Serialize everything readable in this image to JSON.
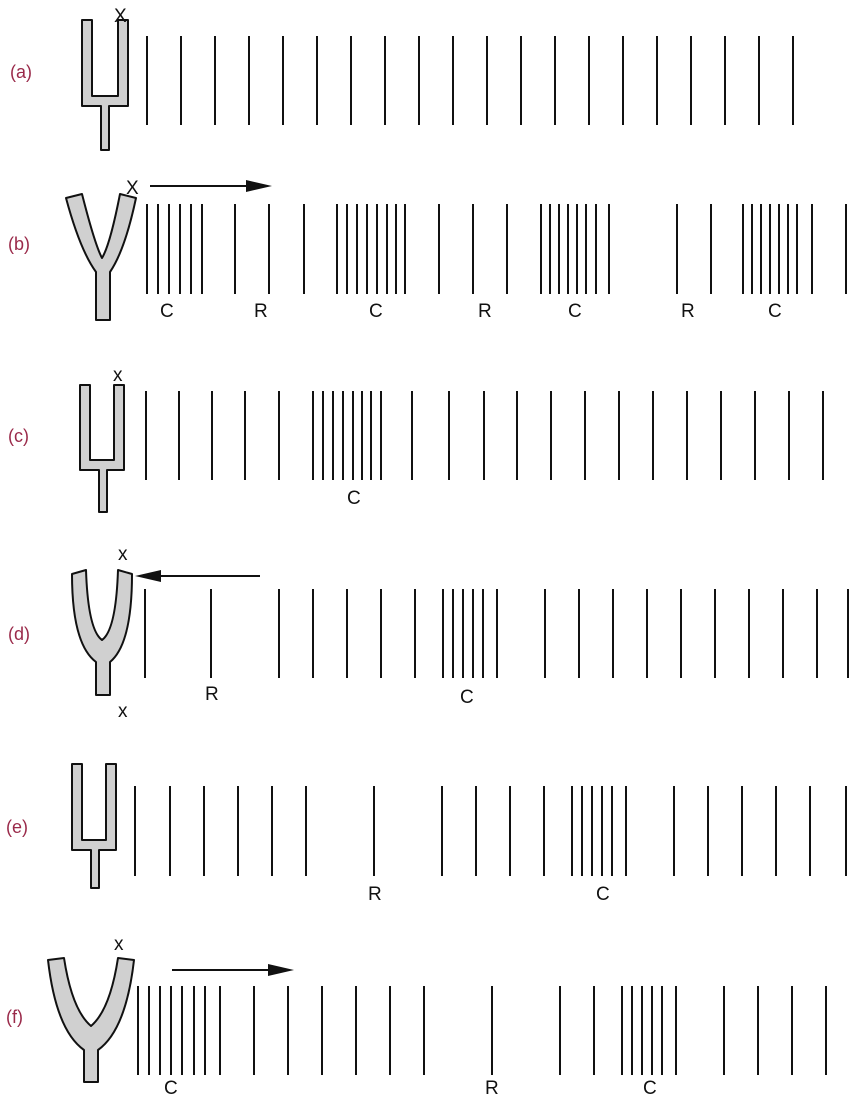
{
  "panels": [
    {
      "label": "(a)",
      "x_marks": [
        "X"
      ],
      "zone_labels": []
    },
    {
      "label": "(b)",
      "x_marks": [
        "X"
      ],
      "arrow_direction": "right",
      "zone_labels": [
        "C",
        "R",
        "C",
        "R",
        "C",
        "R",
        "C"
      ]
    },
    {
      "label": "(c)",
      "x_marks": [
        "x"
      ],
      "zone_labels": [
        "C"
      ]
    },
    {
      "label": "(d)",
      "x_marks": [
        "x",
        "x"
      ],
      "arrow_direction": "left",
      "zone_labels": [
        "R",
        "C"
      ]
    },
    {
      "label": "(e)",
      "x_marks": [],
      "zone_labels": [
        "R",
        "C"
      ]
    },
    {
      "label": "(f)",
      "x_marks": [
        "x"
      ],
      "arrow_direction": "right",
      "zone_labels": [
        "C",
        "R",
        "C"
      ]
    }
  ]
}
